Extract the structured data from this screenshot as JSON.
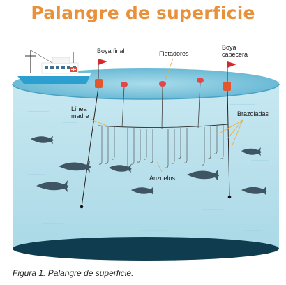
{
  "title": "Palangre de superficie",
  "caption": "Figura 1. Palangre de superficie.",
  "labels": {
    "boya_final": "Boya final",
    "flotadores": "Flotadores",
    "boya_cabecera_1": "Boya",
    "boya_cabecera_2": "cabecera",
    "linea_madre_1": "Línea",
    "linea_madre_2": "madre",
    "brazoladas": "Brazoladas",
    "anzuelos": "Anzuelos"
  },
  "colors": {
    "title": "#e8913a",
    "water": "#bfe3ee",
    "surface": "#7cc4dc",
    "deep": "#0f3d4f",
    "fish": "#3f5563",
    "buoy": "#e4572e",
    "flag": "#d62828",
    "float": "#e2464a",
    "callout": "#f0a93b"
  }
}
